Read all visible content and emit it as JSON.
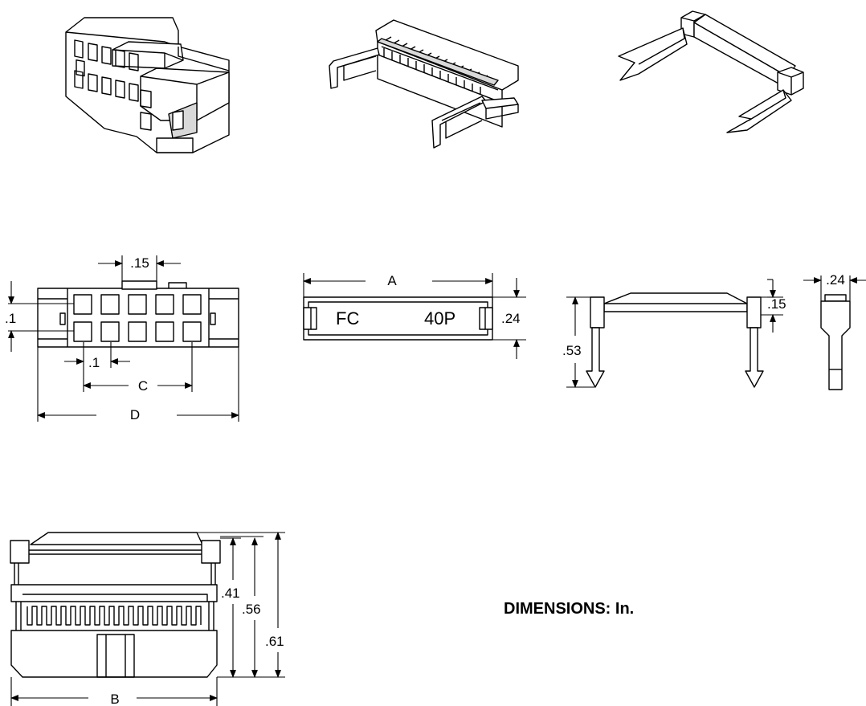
{
  "views": {
    "header_front": {
      "dim_pin_width": ".15",
      "dim_row_pitch": ".1",
      "dim_col_pitch": ".1",
      "dim_c": "C",
      "dim_d": "D"
    },
    "header_top": {
      "dim_a": "A",
      "dim_height": ".24",
      "marking_left": "FC",
      "marking_right": "40P"
    },
    "latch_side": {
      "dim_total": ".53",
      "dim_head": ".15"
    },
    "latch_end": {
      "dim_width": ".24"
    },
    "header_side": {
      "dim_b": "B",
      "dim_41": ".41",
      "dim_56": ".56",
      "dim_61": ".61"
    }
  },
  "note": "DIMENSIONS: In."
}
